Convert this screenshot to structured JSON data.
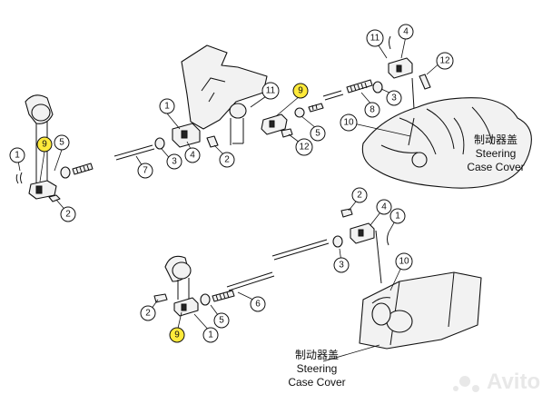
{
  "callouts": {
    "c1a": "1",
    "c2a": "2",
    "c5a": "5",
    "c9a": "9",
    "c7": "7",
    "c3a": "3",
    "c4a": "4",
    "c1b": "1",
    "c2b": "2",
    "c11a": "11",
    "c9b": "9",
    "c5b": "5",
    "c12a": "12",
    "c3b": "3",
    "c8": "8",
    "c10a": "10",
    "c11b": "11",
    "c4b": "4",
    "c12b": "12",
    "c2c": "2",
    "c4c": "4",
    "c1c": "1",
    "c3c": "3",
    "c10b": "10",
    "c6": "6",
    "c5c": "5",
    "c2d": "2",
    "c9c": "9",
    "c1d": "1"
  },
  "labels": {
    "top_cn": "制动器盖",
    "top_en1": "Steering",
    "top_en2": "Case Cover",
    "bot_cn": "制动器盖",
    "bot_en1": "Steering",
    "bot_en2": "Case Cover"
  },
  "watermark": "Avito",
  "colors": {
    "highlight": "#ffea3b"
  }
}
